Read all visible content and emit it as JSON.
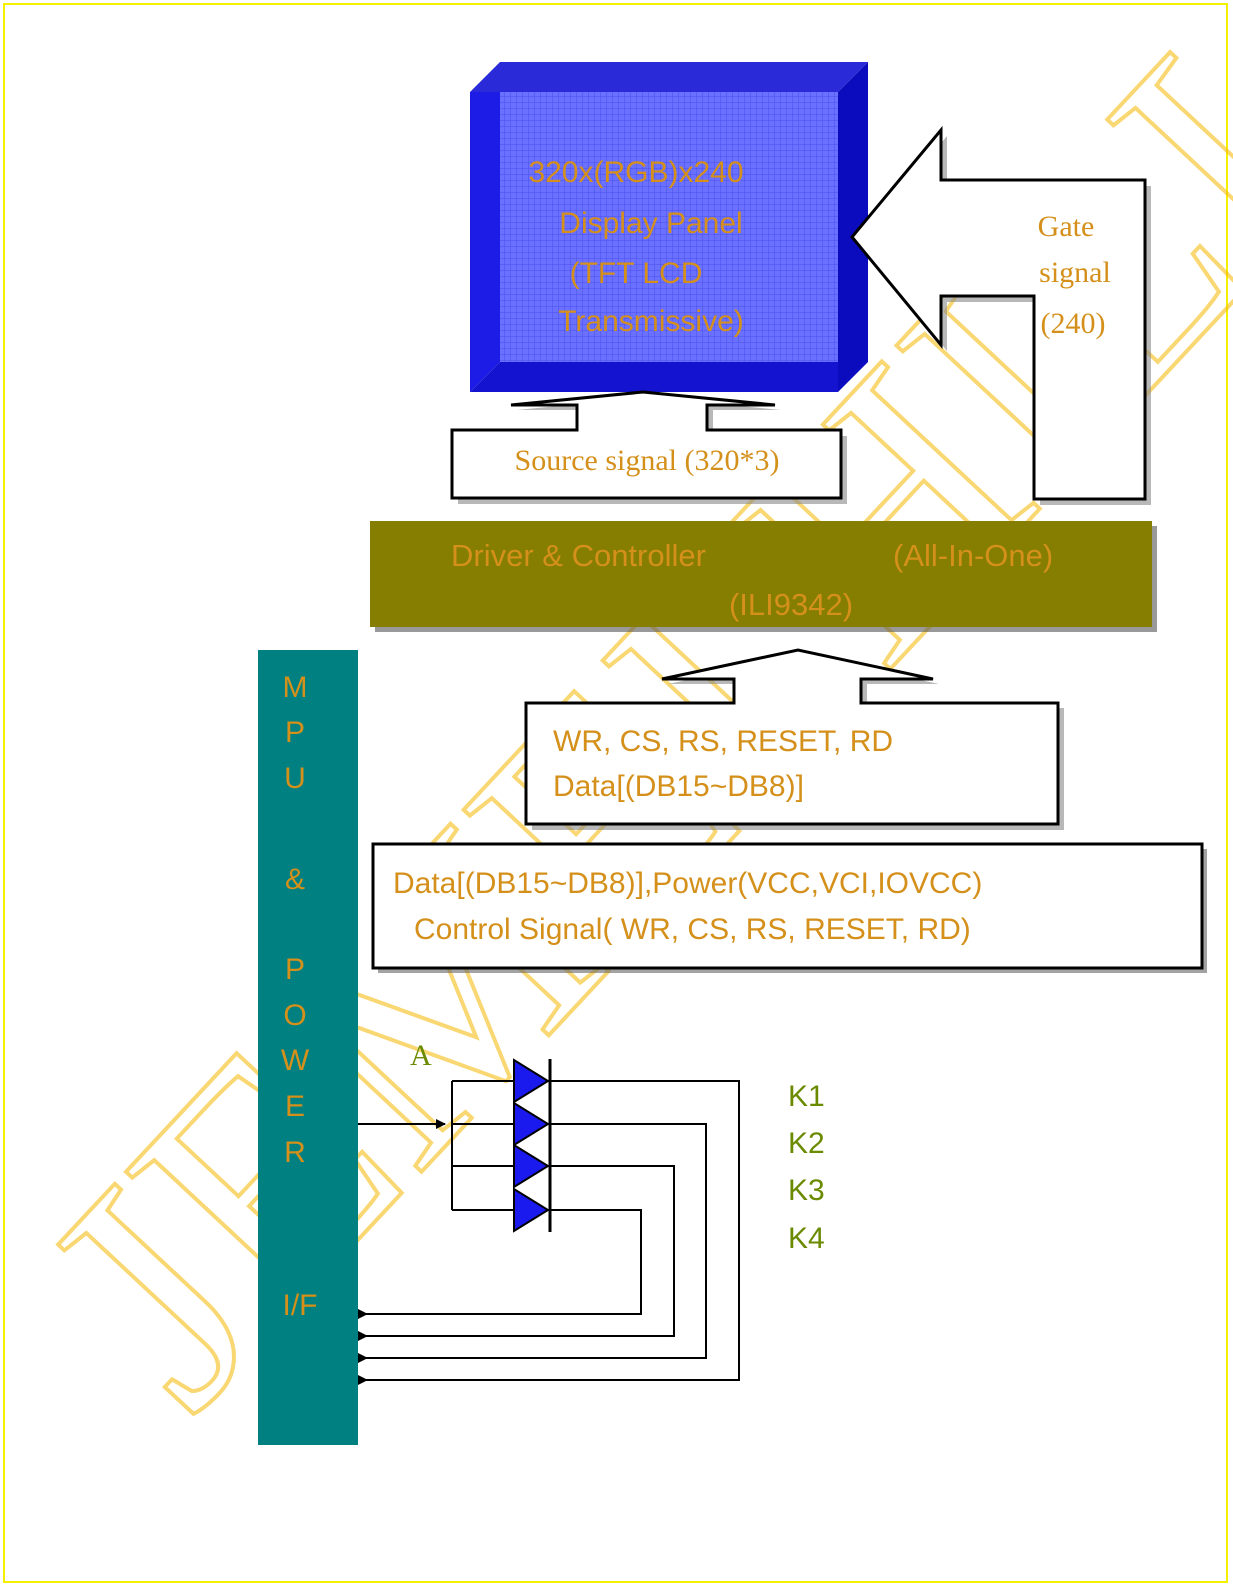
{
  "panel": {
    "lines": [
      "320x(RGB)x240",
      "Display Panel",
      "(TFT LCD",
      "Transmissive)"
    ]
  },
  "gate_signal": {
    "lines": [
      "Gate",
      "signal",
      "(240)"
    ]
  },
  "source_signal": {
    "label": "Source signal (320*3)"
  },
  "driver": {
    "line1_left": "Driver & Controller",
    "line1_right": "(All-In-One)",
    "line2": "(ILI9342)"
  },
  "bus_box": {
    "lines": [
      "WR, CS, RS, RESET, RD",
      "Data[(DB15~DB8)]"
    ]
  },
  "interface_box": {
    "lines": [
      "Data[(DB15~DB8)],Power(VCC,VCI,IOVCC)",
      "Control Signal( WR, CS, RS, RESET, RD)"
    ]
  },
  "mpu_bar": {
    "letters": [
      "M",
      "P",
      "U",
      "&",
      "P",
      "O",
      "W",
      "E",
      "R",
      "I/F"
    ]
  },
  "led": {
    "anode_label": "A",
    "cathode_labels": [
      "K1",
      "K2",
      "K3",
      "K4"
    ]
  },
  "watermark": {
    "text": "JEMEI HILL"
  },
  "colors": {
    "text_orange": "#d4901a",
    "panel_blue": "#1a1aee",
    "driver_olive": "#857e00",
    "mpu_teal": "#008080",
    "led_green": "#6a8a00",
    "frame_yellow": "#f4f000",
    "watermark": "#f5b800"
  }
}
